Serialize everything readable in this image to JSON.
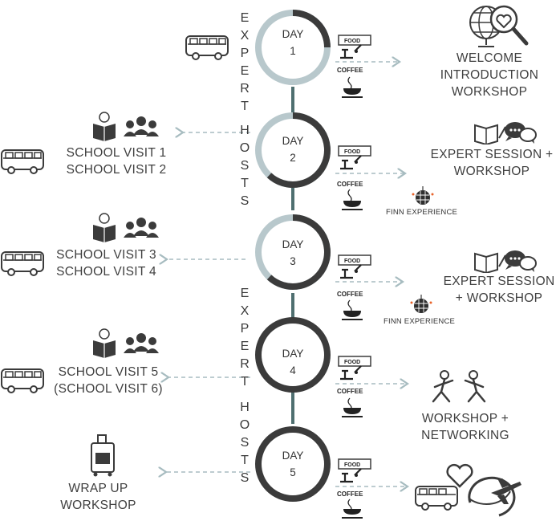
{
  "days": [
    {
      "label": "DAY",
      "num": "1",
      "progress": 0.25,
      "right": [
        "WELCOME",
        "INTRODUCTION",
        "WORKSHOP"
      ]
    },
    {
      "label": "DAY",
      "num": "2",
      "progress": 0.62,
      "left": [
        "SCHOOL VISIT 1",
        "SCHOOL VISIT 2"
      ],
      "right": [
        "EXPERT SESSION +",
        "WORKSHOP"
      ],
      "extra": "FINN EXPERIENCE"
    },
    {
      "label": "DAY",
      "num": "3",
      "progress": 0.62,
      "left": [
        "SCHOOL VISIT 3",
        "SCHOOL VISIT 4"
      ],
      "right": [
        "EXPERT SESSION",
        "+ WORKSHOP"
      ],
      "extra": "FINN EXPERIENCE"
    },
    {
      "label": "DAY",
      "num": "4",
      "progress": 1.0,
      "left": [
        "SCHOOL VISIT 5",
        "(SCHOOL VISIT 6)"
      ],
      "right": [
        "WORKSHOP +",
        "NETWORKING"
      ]
    },
    {
      "label": "DAY",
      "num": "5",
      "progress": 1.0,
      "left": [
        "WRAP UP",
        "WORKSHOP"
      ]
    }
  ],
  "vertical_text_top": [
    "E",
    "X",
    "P",
    "E",
    "R",
    "T"
  ],
  "vertical_text_bottom": [
    "H",
    "O",
    "S",
    "T",
    "S"
  ],
  "food_label": "FOOD",
  "coffee_label": "COFFEE",
  "colors": {
    "ring_dark": "#3b3b3b",
    "ring_light": "#b8c8cc",
    "connector": "#4f6f70",
    "arrow": "#a7bcc0",
    "text": "#3f3f3f"
  }
}
